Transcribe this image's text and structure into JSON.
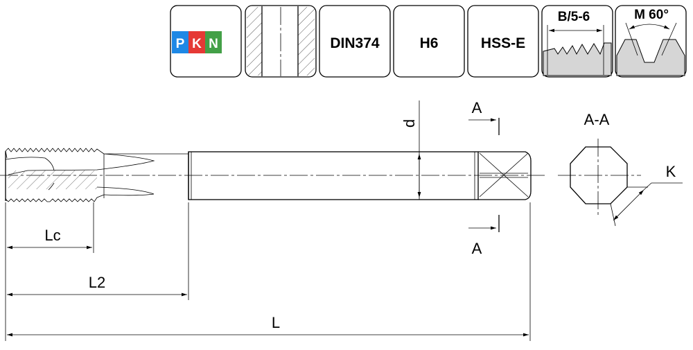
{
  "badges": {
    "material_groups": [
      "P",
      "K",
      "N"
    ],
    "material_colors": [
      "#1e88e5",
      "#e53935",
      "#43a047"
    ],
    "standard": "DIN374",
    "tolerance": "H6",
    "tool_material": "HSS-E",
    "chamfer_form": "B/5-6",
    "thread_profile": "M 60°"
  },
  "drawing": {
    "section_mark_top": "A",
    "section_mark_bottom": "A",
    "section_title": "A-A",
    "dim_d": "d",
    "dim_k": "K",
    "dim_lc": "Lc",
    "dim_l2": "L2",
    "dim_l": "L"
  }
}
